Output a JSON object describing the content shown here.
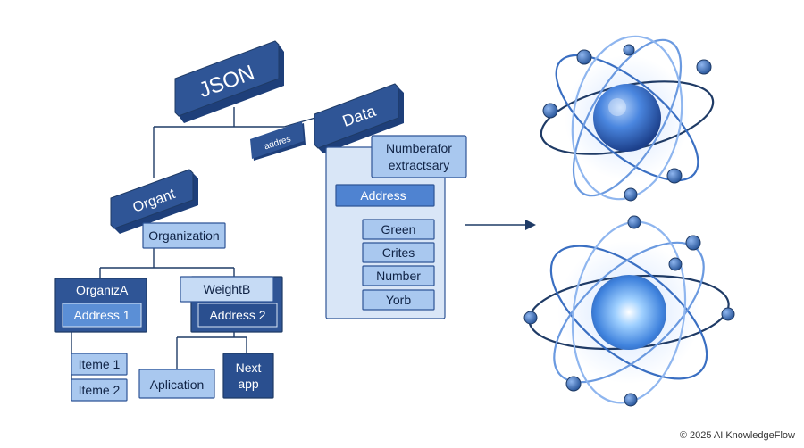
{
  "diagram": {
    "root": {
      "label": "JSON"
    },
    "side_tag": {
      "label": "addres"
    },
    "data_node": {
      "label": "Data"
    },
    "data_children": [
      {
        "label": "Numberafor"
      },
      {
        "label": "extractsary"
      },
      {
        "label": "Address"
      },
      {
        "label": "Green"
      },
      {
        "label": "Crites"
      },
      {
        "label": "Number"
      },
      {
        "label": "Yorb"
      }
    ],
    "organt": {
      "label": "Organt"
    },
    "organization": {
      "label": "Organization"
    },
    "org_a": {
      "title": "OrganizA",
      "address": "Address 1"
    },
    "weight_b": {
      "title": "WeightB",
      "address": "Address 2"
    },
    "items": [
      {
        "label": "Iteme 1"
      },
      {
        "label": "Iteme 2"
      }
    ],
    "apps": [
      {
        "label": "Aplication"
      },
      {
        "label": "Next"
      },
      {
        "label": "app"
      }
    ]
  },
  "credit": "© 2025 AI KnowledgeFlow",
  "colors": {
    "dark_blue": "#2f5596",
    "mid_blue": "#5b8fd6",
    "light_blue": "#a9c8ef",
    "pale_blue": "#d9e6f7",
    "line": "#1f3b66"
  }
}
